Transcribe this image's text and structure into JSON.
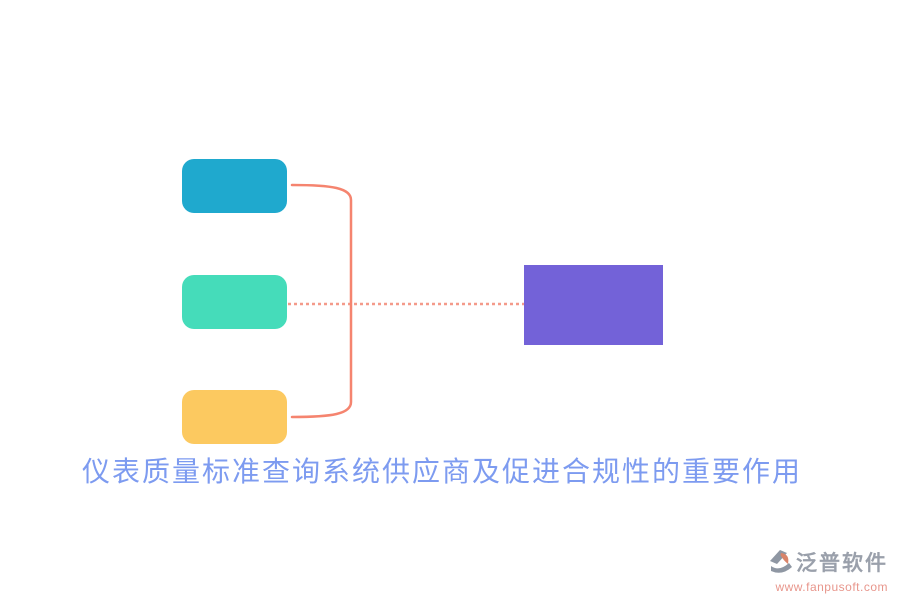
{
  "page": {
    "background_color": "#ffffff"
  },
  "diagram": {
    "type": "mindmap-infographic",
    "nodes": [
      {
        "id": "node-top",
        "shape": "rounded-rect",
        "color": "#1fa9ce",
        "label": ""
      },
      {
        "id": "node-middle",
        "shape": "rounded-rect",
        "color": "#45dcba",
        "label": ""
      },
      {
        "id": "node-bottom",
        "shape": "rounded-rect",
        "color": "#fcc960",
        "label": ""
      },
      {
        "id": "node-right",
        "shape": "rect",
        "color": "#7362d8",
        "label": ""
      }
    ],
    "connectors": {
      "bracket_color": "#f5846f",
      "bracket_links": [
        "node-top",
        "node-bottom"
      ],
      "dotted_color": "#f49a8a",
      "dotted_link": "node-middle to node-right"
    }
  },
  "caption": {
    "text": "仪表质量标准查询系统供应商及促进合规性的重要作用",
    "color": "#7d9bf0"
  },
  "footer": {
    "brand": "泛普软件",
    "brand_color": "#9aa0ab",
    "url": "www.fanpusoft.com",
    "url_color": "#e8968c",
    "icon_gray": "#8f97a3",
    "icon_orange": "#d9846a"
  }
}
